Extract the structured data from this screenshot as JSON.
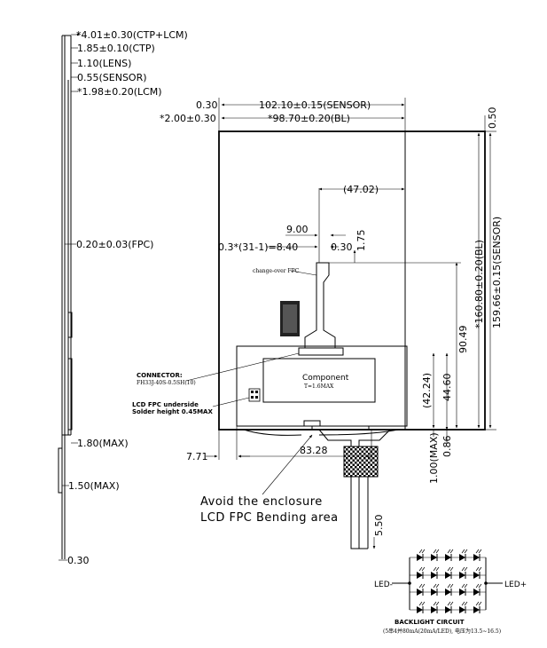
{
  "side_view": {
    "dims": [
      "*4.01±0.30(CTP+LCM)",
      "1.85±0.10(CTP)",
      "1.10(LENS)",
      "0.55(SENSOR)",
      "*1.98±0.20(LCM)",
      "0.20±0.03(FPC)",
      "1.80(MAX)",
      "1.50(MAX)",
      "0.30"
    ]
  },
  "front_view": {
    "top_dims": {
      "left_offset_1": "0.30",
      "sensor_width": "102.10±0.15(SENSOR)",
      "left_offset_2": "*2.00±0.30",
      "bl_width": "*98.70±0.20(BL)",
      "top_right": "0.50"
    },
    "right_dims": {
      "bl_height": "*160.80±0.20(BL)",
      "sensor_height": "159.66±0.15(SENSOR)",
      "d1": "90.49",
      "d2": "(42.24)",
      "d3": "44.60",
      "d4": "0.86",
      "d5": "1.00(MAX)"
    },
    "fpc_dims": {
      "offset": "(47.02)",
      "width": "9.00",
      "pitch": "0.3*(31-1)=8.40",
      "gap": "0.30",
      "len": "1.75",
      "tail": "5.50"
    },
    "bottom_dims": {
      "left": "7.71",
      "width": "83.28"
    },
    "labels": {
      "change_over": "change-over FPC",
      "connector_title": "CONNECTOR:",
      "connector_part": "FH33J-40S-0.5SH(10)",
      "fpc_underside_1": "LCD FPC underside",
      "fpc_underside_2": "Solder height 0.45MAX",
      "component_1": "Component",
      "component_2": "T=1.6MAX",
      "avoid_1": "Avoid the enclosure",
      "avoid_2": "LCD FPC Bending area"
    }
  },
  "backlight": {
    "title": "BACKLIGHT CIRCUIT",
    "note": "(5串4并80mA(20mA/LED), 电压为13.5~16.5)",
    "minus": "LED-",
    "plus": "LED+"
  }
}
